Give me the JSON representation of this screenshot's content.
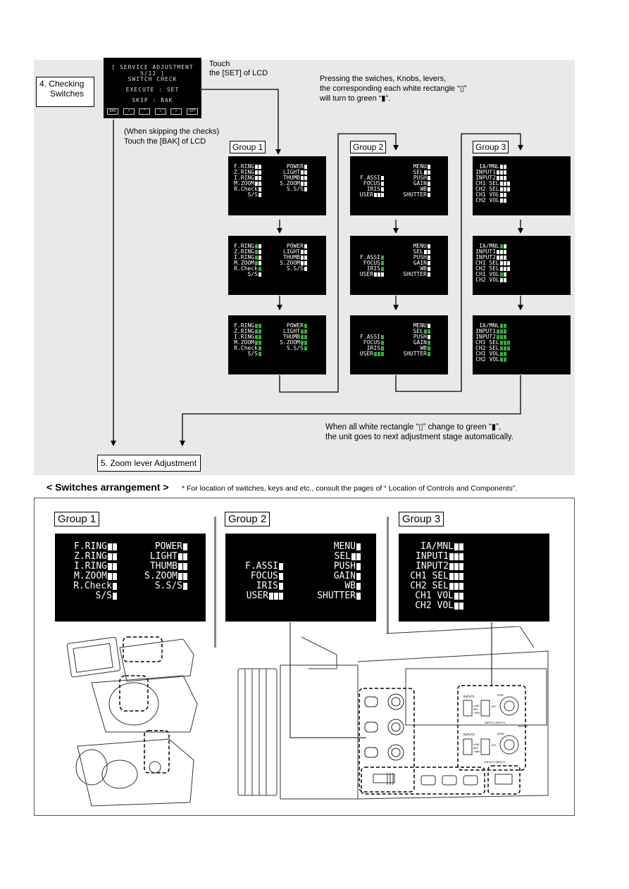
{
  "top": {
    "checking_label": [
      "4. Checking",
      "Switches"
    ],
    "touch_set": [
      "Touch",
      "the [SET] of LCD"
    ],
    "pressing_note": [
      "Pressing the swiches, Knobs, levers,",
      "the corresponding each white rectangle “▯”",
      "will turn to green “▮”."
    ],
    "skip_note": [
      "(When skipping the checks)",
      "Touch the [BAK] of LCD"
    ],
    "all_change_note": [
      "When all white rectangle “▯” change to green “▮”,",
      "the unit goes to next adjustment stage automatically."
    ],
    "zoom_label": "5. Zoom lever Adjustment"
  },
  "service_screen": {
    "title": "[ SERVICE ADJUSTMENT 5/12 ]",
    "line1": "SWITCH CHECK",
    "line2": "EXECUTE  :  SET",
    "line3": "SKIP       :  BAK",
    "buttons": [
      "BAK",
      "<",
      "^",
      "v",
      ">",
      "SET"
    ]
  },
  "groups": {
    "g1": "Group 1",
    "g2": "Group 2",
    "g3": "Group 3"
  },
  "group1_left": [
    "F.RING",
    "Z.RING",
    "I.RING",
    "M.ZOOM",
    "R.Check",
    "S/S"
  ],
  "group1_right": [
    "POWER",
    "LIGHT",
    "THUMB",
    "S.ZOOM",
    "S.S/S"
  ],
  "group2_right": [
    "MENU",
    "SEL",
    "PUSH",
    "GAIN",
    "WB",
    "SHUTTER"
  ],
  "group2_left": [
    "F.ASSI",
    "FOCUS",
    "IRIS",
    "USER"
  ],
  "group3": [
    "IA/MNL",
    "INPUT1",
    "INPUT2",
    "CH1 SEL",
    "CH2 SEL",
    "CH1 VOL",
    "CH2 VOL"
  ],
  "arrangement": {
    "heading": "< Switches arrangement >",
    "note": "* For location of switches, keys and etc., consult the pages of “ Location of Controls and Components”."
  },
  "camera_labels": {
    "input1": "INPUT1",
    "input2": "INPUT2",
    "ch1": "CH1",
    "ch2": "CH2",
    "audio": "AUDIO",
    "line": "LINE",
    "mic": "MIC",
    "p48v": "+48V",
    "int": "INT",
    "input2_input1_a": "INPUT2 INPUT1",
    "input2_input1_b": "INPUT2 INPUT1"
  },
  "colors": {
    "green": "#3aaa3a",
    "panel": "#e9e9e9"
  }
}
